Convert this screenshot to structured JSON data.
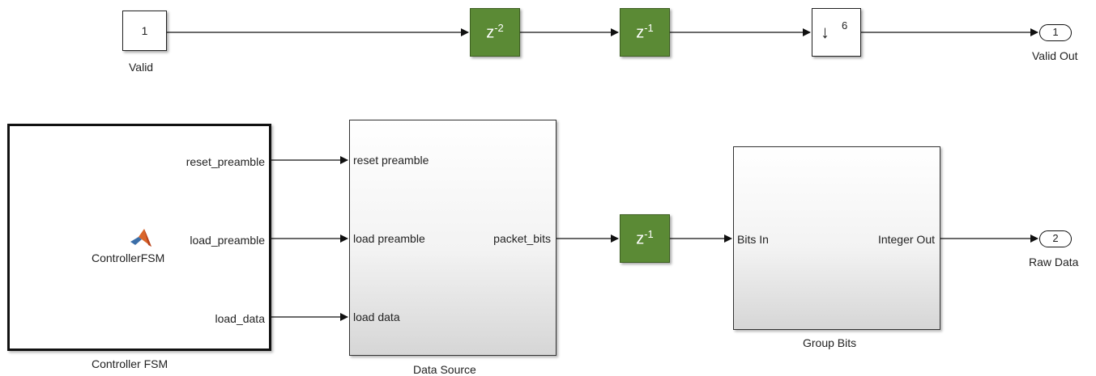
{
  "valid_in": {
    "number": "1",
    "name": "Valid"
  },
  "delay_a": {
    "base": "z",
    "exp": "-2"
  },
  "delay_b": {
    "base": "z",
    "exp": "-1"
  },
  "downsample": {
    "arrow": "↓",
    "factor": "6"
  },
  "valid_out": {
    "number": "1",
    "name": "Valid Out"
  },
  "controller": {
    "block_name": "Controller FSM",
    "inner_name": "ControllerFSM",
    "icon": "matlab-logo-icon",
    "outputs": [
      "reset_preamble",
      "load_preamble",
      "load_data"
    ]
  },
  "data_source": {
    "block_name": "Data Source",
    "inputs": [
      "reset preamble",
      "load preamble",
      "load data"
    ],
    "output": "packet_bits"
  },
  "delay_c": {
    "base": "z",
    "exp": "-1"
  },
  "group_bits": {
    "block_name": "Group Bits",
    "input": "Bits In",
    "output": "Integer Out"
  },
  "raw_out": {
    "number": "2",
    "name": "Raw Data"
  },
  "colors": {
    "delay_fill": "#5b8a35",
    "line": "#111111"
  }
}
